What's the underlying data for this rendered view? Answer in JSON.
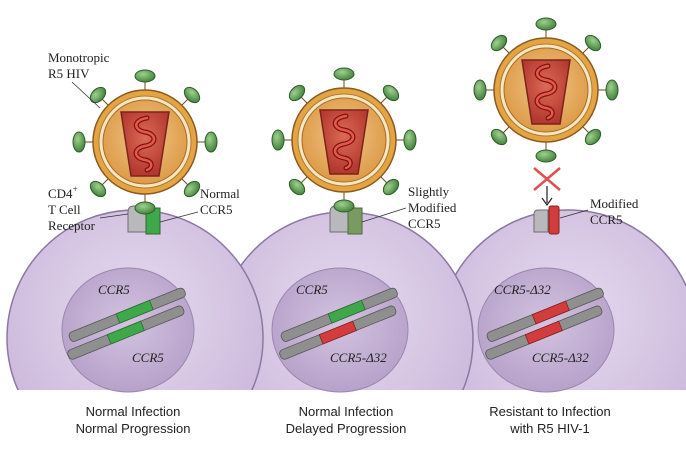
{
  "labels": {
    "virus": [
      "Monotropic",
      "R5 HIV"
    ],
    "receptor": [
      "CD4",
      "+",
      "T Cell",
      "Receptor"
    ],
    "panel1_ccr5": [
      "Normal",
      "CCR5"
    ],
    "panel2_ccr5": [
      "Slightly",
      "Modified",
      "CCR5"
    ],
    "panel3_ccr5": [
      "Modified",
      "CCR5"
    ]
  },
  "genes": {
    "panel1": [
      "CCR5",
      "CCR5"
    ],
    "panel2": [
      "CCR5",
      "CCR5-Δ32"
    ],
    "panel3": [
      "CCR5-Δ32",
      "CCR5-Δ32"
    ]
  },
  "captions": {
    "panel1": [
      "Normal Infection",
      "Normal Progression"
    ],
    "panel2": [
      "Normal Infection",
      "Delayed Progression"
    ],
    "panel3": [
      "Resistant to Infection",
      "with R5 HIV-1"
    ]
  },
  "colors": {
    "cell": "#d7c7e2",
    "cell_edge": "#8c78a3",
    "nucleus": "#c4b2d3",
    "virus_ring": "#e2a23b",
    "capsid": "#c8483c",
    "knob": "#5f9f4f",
    "normal_ccr5": "#3fa84a",
    "slightly_modified_ccr5": "#7a9a63",
    "modified_ccr5": "#d23c3c",
    "block_x": "#e0504f"
  },
  "icons": {
    "blocked": "x-mark-icon",
    "virus": "hiv-virion-icon",
    "arrow": "down-arrow-icon"
  }
}
